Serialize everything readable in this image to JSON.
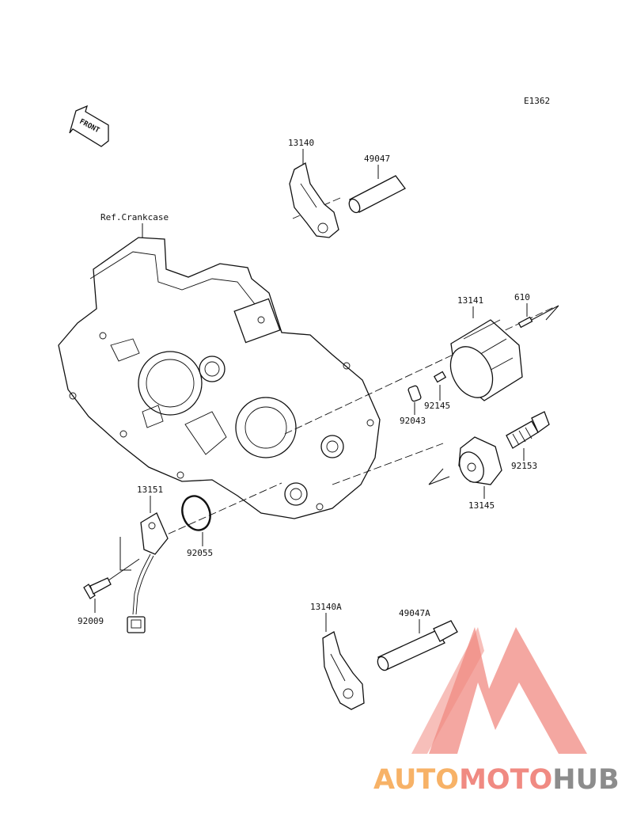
{
  "diagram_code": "E1362",
  "front_label": "FRONT",
  "ref_label": "Ref.Crankcase",
  "parts": {
    "p13140": "13140",
    "p49047": "49047",
    "p13141": "13141",
    "p610": "610",
    "p92145": "92145",
    "p92043": "92043",
    "p92153": "92153",
    "p13145": "13145",
    "p13151": "13151",
    "p92055": "92055",
    "p92009": "92009",
    "p13140A": "13140A",
    "p49047A": "49047A"
  },
  "watermark": {
    "part1": "AUTO",
    "part2": "MOTO",
    "part3": "HUB",
    "colors": {
      "orange": "#f7b267",
      "red": "#f08a82",
      "gray": "#8c8c8c"
    }
  }
}
